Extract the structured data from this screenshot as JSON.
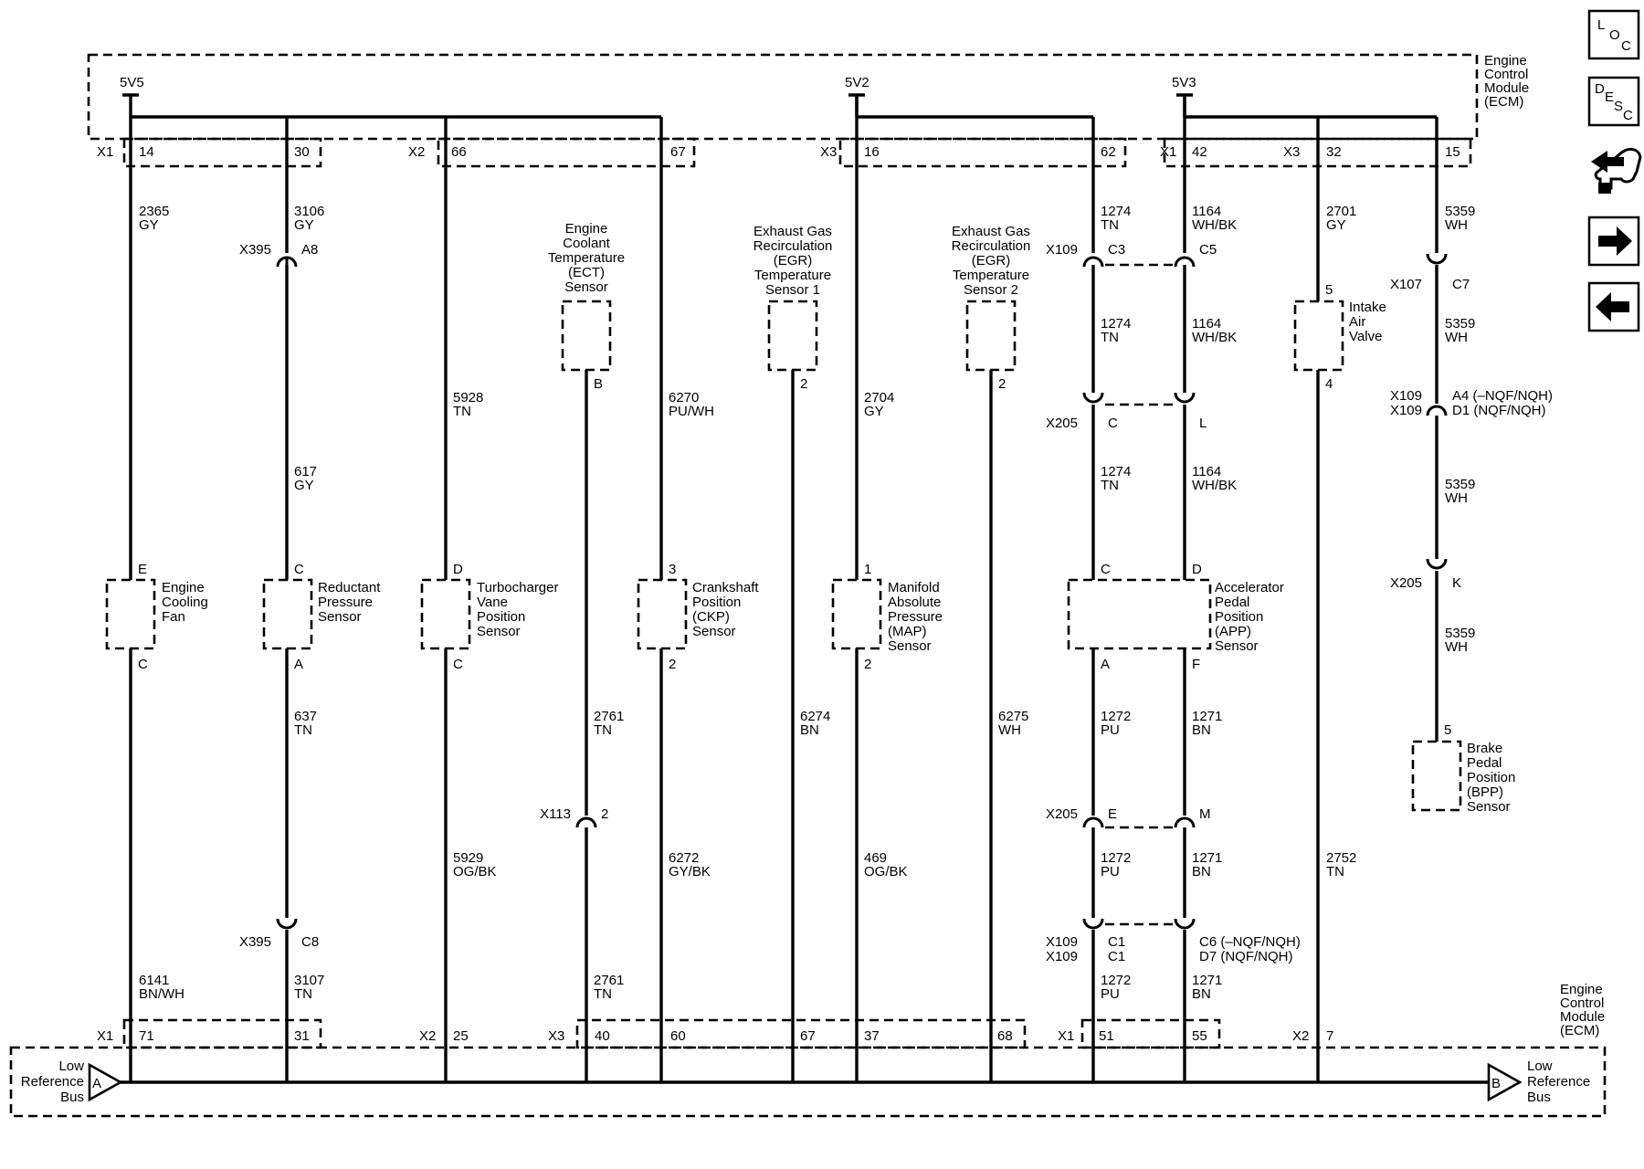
{
  "module": {
    "top_label": [
      "Engine",
      "Control",
      "Module",
      "(ECM)"
    ],
    "bottom_label": [
      "Engine",
      "Control",
      "Module",
      "(ECM)"
    ],
    "supply": [
      "5V5",
      "5V2",
      "5V3"
    ],
    "top_connectors": [
      "X1",
      "X2",
      "X3",
      "X1",
      "X3"
    ],
    "top_pins": [
      "14",
      "30",
      "66",
      "67",
      "16",
      "62",
      "42",
      "32",
      "15"
    ],
    "bottom_connectors": [
      "X1",
      "X2",
      "X3",
      "X1",
      "X2"
    ],
    "bottom_pins": [
      "71",
      "31",
      "25",
      "40",
      "60",
      "67",
      "37",
      "68",
      "51",
      "55",
      "7"
    ]
  },
  "bus": {
    "left": {
      "letter": "A",
      "label": [
        "Low",
        "Reference",
        "Bus"
      ]
    },
    "right": {
      "letter": "B",
      "label": [
        "Low",
        "Reference",
        "Bus"
      ]
    }
  },
  "components": [
    {
      "id": "fan",
      "label": [
        "Engine",
        "Cooling",
        "Fan"
      ],
      "pin_top": "E",
      "pin_bottom": "C"
    },
    {
      "id": "rps",
      "label": [
        "Reductant",
        "Pressure",
        "Sensor"
      ],
      "pin_top": "C",
      "pin_bottom": "A"
    },
    {
      "id": "vane",
      "label": [
        "Turbocharger",
        "Vane",
        "Position",
        "Sensor"
      ],
      "pin_top": "D",
      "pin_bottom": "C"
    },
    {
      "id": "ect",
      "label": [
        "Engine",
        "Coolant",
        "Temperature",
        "(ECT)",
        "Sensor"
      ],
      "pin_top": "",
      "pin_bottom": "B"
    },
    {
      "id": "ckp",
      "label": [
        "Crankshaft",
        "Position",
        "(CKP)",
        "Sensor"
      ],
      "pin_top": "3",
      "pin_bottom": "2"
    },
    {
      "id": "egr1",
      "label": [
        "Exhaust Gas",
        "Recirculation",
        "(EGR)",
        "Temperature",
        "Sensor 1"
      ],
      "pin_top": "",
      "pin_bottom": "2"
    },
    {
      "id": "map",
      "label": [
        "Manifold",
        "Absolute",
        "Pressure",
        "(MAP)",
        "Sensor"
      ],
      "pin_top": "1",
      "pin_bottom": "2"
    },
    {
      "id": "egr2",
      "label": [
        "Exhaust Gas",
        "Recirculation",
        "(EGR)",
        "Temperature",
        "Sensor 2"
      ],
      "pin_top": "",
      "pin_bottom": "2"
    },
    {
      "id": "app",
      "label": [
        "Accelerator",
        "Pedal",
        "Position",
        "(APP)",
        "Sensor"
      ],
      "pins": [
        "C",
        "D",
        "A",
        "F"
      ]
    },
    {
      "id": "iav",
      "label": [
        "Intake",
        "Air",
        "Valve"
      ],
      "pin_top": "5",
      "pin_bottom": "4"
    },
    {
      "id": "bpp",
      "label": [
        "Brake",
        "Pedal",
        "Position",
        "(BPP)",
        "Sensor"
      ],
      "pin_top": "5"
    }
  ],
  "wires": [
    [
      "2365",
      "GY"
    ],
    [
      "6141",
      "BN/WH"
    ],
    [
      "3106",
      "GY"
    ],
    [
      "617",
      "GY"
    ],
    [
      "637",
      "TN"
    ],
    [
      "3107",
      "TN"
    ],
    [
      "5928",
      "TN"
    ],
    [
      "5929",
      "OG/BK"
    ],
    [
      "2761",
      "TN"
    ],
    [
      "2761",
      "TN"
    ],
    [
      "6270",
      "PU/WH"
    ],
    [
      "6272",
      "GY/BK"
    ],
    [
      "6274",
      "BN"
    ],
    [
      "2704",
      "GY"
    ],
    [
      "469",
      "OG/BK"
    ],
    [
      "6275",
      "WH"
    ],
    [
      "1274",
      "TN"
    ],
    [
      "1274",
      "TN"
    ],
    [
      "1274",
      "TN"
    ],
    [
      "1272",
      "PU"
    ],
    [
      "1272",
      "PU"
    ],
    [
      "1272",
      "PU"
    ],
    [
      "1164",
      "WH/BK"
    ],
    [
      "1164",
      "WH/BK"
    ],
    [
      "1164",
      "WH/BK"
    ],
    [
      "1271",
      "BN"
    ],
    [
      "1271",
      "BN"
    ],
    [
      "1271",
      "BN"
    ],
    [
      "2701",
      "GY"
    ],
    [
      "2752",
      "TN"
    ],
    [
      "5359",
      "WH"
    ],
    [
      "5359",
      "WH"
    ],
    [
      "5359",
      "WH"
    ],
    [
      "5359",
      "WH"
    ]
  ],
  "inline_connectors": {
    "x395_top": [
      "X395",
      "A8"
    ],
    "x395_bot": [
      "X395",
      "C8"
    ],
    "x113": [
      "X113",
      "2"
    ],
    "x109_c3": [
      "X109",
      "C3"
    ],
    "x109_c5": "C5",
    "x205_c": [
      "X205",
      "C"
    ],
    "x205_l": "L",
    "x205_e": [
      "X205",
      "E"
    ],
    "x205_m": "M",
    "x109_c1": [
      "X109",
      "X109",
      "C1",
      "C1"
    ],
    "x109_c6": [
      "C6 (–NQF/NQH)",
      "D7 (NQF/NQH)"
    ],
    "x107": [
      "X107",
      "C7"
    ],
    "x109_a4": [
      "X109",
      "X109",
      "A4 (–NQF/NQH)",
      "D1 (NQF/NQH)"
    ],
    "x205_k": [
      "X205",
      "K"
    ]
  },
  "nav": {
    "loc": [
      "L",
      "O",
      "C"
    ],
    "desc": [
      "D",
      "E",
      "S",
      "C"
    ],
    "items": [
      "loc-button",
      "desc-button",
      "connector-view-button",
      "next-page-button",
      "previous-page-button"
    ]
  }
}
